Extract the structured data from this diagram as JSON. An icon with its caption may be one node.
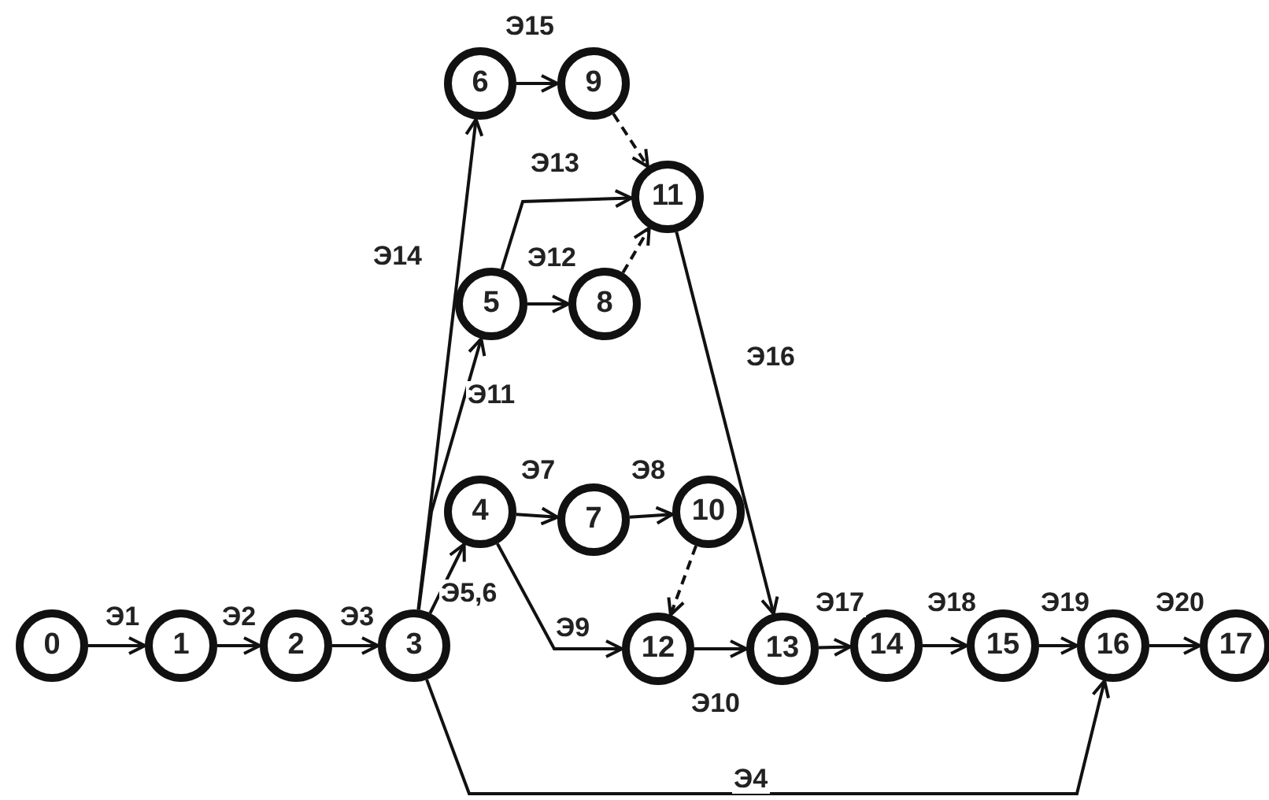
{
  "diagram": {
    "nodes": [
      {
        "text": [
          "0"
        ]
      },
      {
        "text": [
          "1"
        ]
      },
      {
        "text": [
          "2"
        ]
      },
      {
        "text": [
          "3"
        ]
      },
      {
        "text": [
          "6"
        ]
      },
      {
        "text": [
          "9"
        ]
      },
      {
        "text": [
          "11"
        ]
      },
      {
        "text": [
          "5"
        ]
      },
      {
        "text": [
          "8"
        ]
      },
      {
        "text": [
          "4"
        ]
      },
      {
        "text": [
          "7"
        ]
      },
      {
        "text": [
          "10"
        ]
      },
      {
        "text": [
          "12"
        ]
      },
      {
        "text": [
          "13"
        ]
      },
      {
        "text": [
          "14"
        ]
      },
      {
        "text": [
          "15"
        ]
      },
      {
        "text": [
          "16"
        ]
      },
      {
        "text": [
          "17"
        ]
      }
    ],
    "edges": [
      {
        "from": 0,
        "to": 1,
        "arrow": "to",
        "label": "Э1"
      },
      {
        "from": 1,
        "to": 2,
        "arrow": "to",
        "label": "Э2"
      },
      {
        "from": 2,
        "to": 3,
        "arrow": "to",
        "label": "Э3"
      },
      {
        "from": 3,
        "to": 16,
        "arrow": "to",
        "label": "Э4"
      },
      {
        "from": 3,
        "to": 9,
        "arrow": "to",
        "label": "Э5,6"
      },
      {
        "from": 9,
        "to": 10,
        "arrow": "to",
        "label": "Э7"
      },
      {
        "from": 10,
        "to": 11,
        "arrow": "to",
        "label": "Э8"
      },
      {
        "from": 9,
        "to": 12,
        "arrow": "to",
        "label": "Э9"
      },
      {
        "from": 12,
        "to": 13,
        "arrow": "to",
        "label": "Э10"
      },
      {
        "from": 3,
        "to": 7,
        "arrow": "to",
        "label": "Э11"
      },
      {
        "from": 7,
        "to": 8,
        "arrow": "to",
        "label": "Э12"
      },
      {
        "from": 7,
        "to": 6,
        "arrow": "to",
        "label": "Э13"
      },
      {
        "from": 3,
        "to": 4,
        "arrow": "to",
        "label": "Э14"
      },
      {
        "from": 4,
        "to": 5,
        "arrow": "to",
        "label": "Э15"
      },
      {
        "from": 6,
        "to": 13,
        "arrow": "to",
        "label": "Э16"
      },
      {
        "from": 13,
        "to": 14,
        "arrow": "to",
        "label": "Э17"
      },
      {
        "from": 14,
        "to": 15,
        "arrow": "to",
        "label": "Э18"
      },
      {
        "from": 15,
        "to": 16,
        "arrow": "to",
        "label": "Э19"
      },
      {
        "from": 16,
        "to": 17,
        "arrow": "to",
        "label": "Э20"
      },
      {
        "from": 5,
        "to": 6,
        "arrow": "to",
        "style": "dashed"
      },
      {
        "from": 8,
        "to": 6,
        "arrow": "to",
        "style": "dashed"
      },
      {
        "from": 11,
        "to": 12,
        "arrow": "to",
        "style": "dashed"
      }
    ]
  }
}
